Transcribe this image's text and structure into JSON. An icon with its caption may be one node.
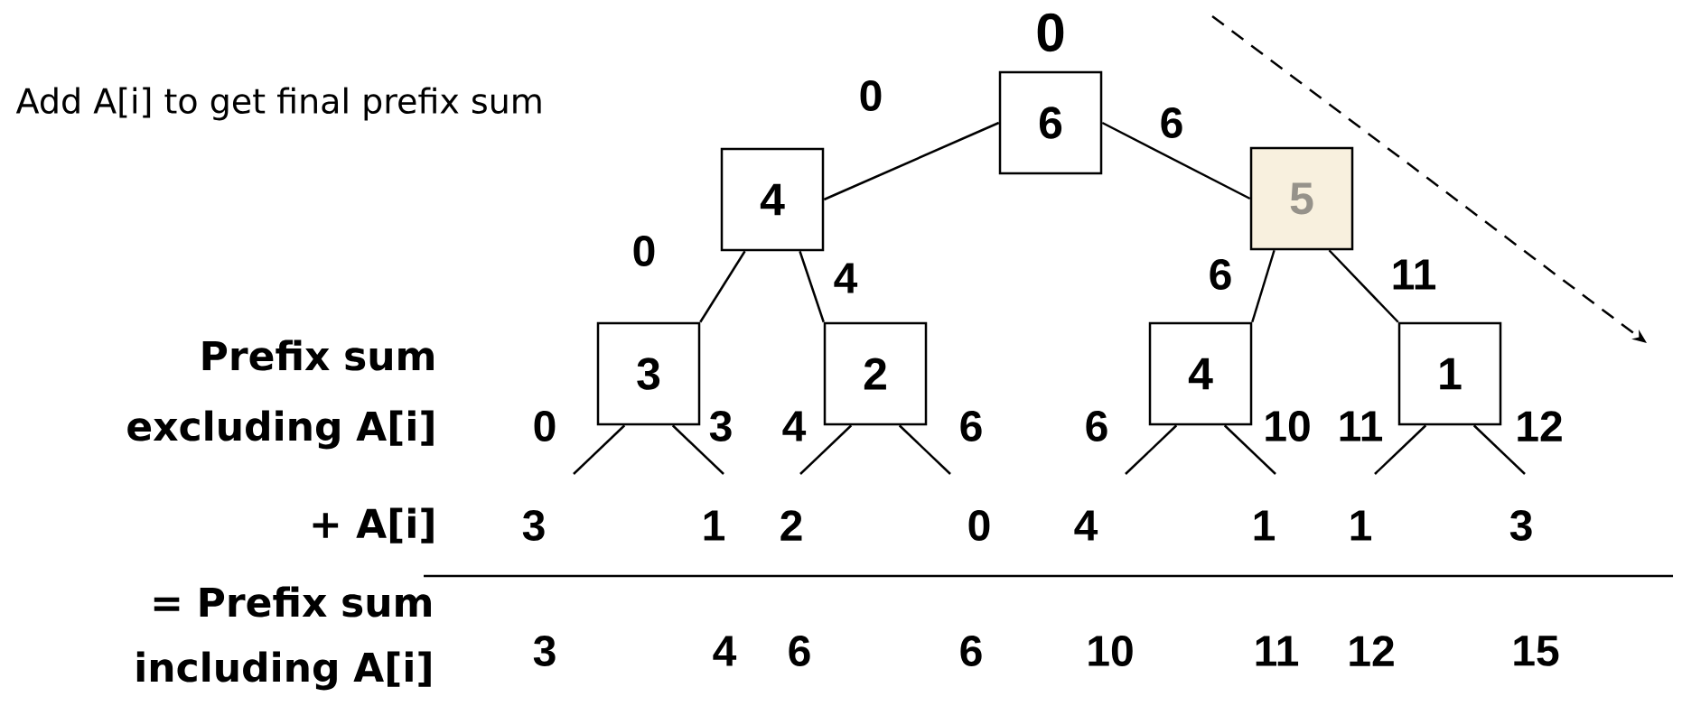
{
  "diagram": {
    "nodes": [
      {
        "text": [
          "6"
        ],
        "beside": [
          "0"
        ]
      },
      {
        "text": [
          "4"
        ]
      },
      {
        "text": [
          "5"
        ]
      },
      {
        "text": [
          "3"
        ]
      },
      {
        "text": [
          "2"
        ]
      },
      {
        "text": [
          "4"
        ]
      },
      {
        "text": [
          "1"
        ]
      }
    ],
    "edges": [
      {
        "from": 0,
        "to": 1,
        "arrow": "none",
        "label": "0"
      },
      {
        "from": 0,
        "to": 2,
        "arrow": "none",
        "label": "6"
      },
      {
        "from": 1,
        "to": 3,
        "arrow": "none",
        "label": "0"
      },
      {
        "from": 1,
        "to": 4,
        "arrow": "none",
        "label": "4"
      },
      {
        "from": 2,
        "to": 5,
        "arrow": "none",
        "label": "6"
      },
      {
        "from": 2,
        "to": 6,
        "arrow": "none",
        "label": "11"
      },
      {
        "from": 3,
        "to": null,
        "arrow": "none",
        "label": "0"
      },
      {
        "from": 3,
        "to": null,
        "arrow": "none",
        "label": "3"
      },
      {
        "from": 4,
        "to": null,
        "arrow": "none",
        "label": "4"
      },
      {
        "from": 4,
        "to": null,
        "arrow": "none",
        "label": "6"
      },
      {
        "from": 5,
        "to": null,
        "arrow": "none",
        "label": "6"
      },
      {
        "from": 5,
        "to": null,
        "arrow": "none",
        "label": "10"
      },
      {
        "from": 6,
        "to": null,
        "arrow": "none",
        "label": "11"
      },
      {
        "from": 6,
        "to": null,
        "arrow": "none",
        "label": "12"
      }
    ],
    "labels": [
      "Add A[i] to get final prefix sum",
      "Prefix sum excluding A[i]",
      "+ A[i]",
      "3",
      "1",
      "2",
      "0",
      "4",
      "1",
      "1",
      "3",
      "= Prefix sum including A[i]",
      "3",
      "4",
      "6",
      "6",
      "10",
      "11",
      "12",
      "15"
    ]
  }
}
